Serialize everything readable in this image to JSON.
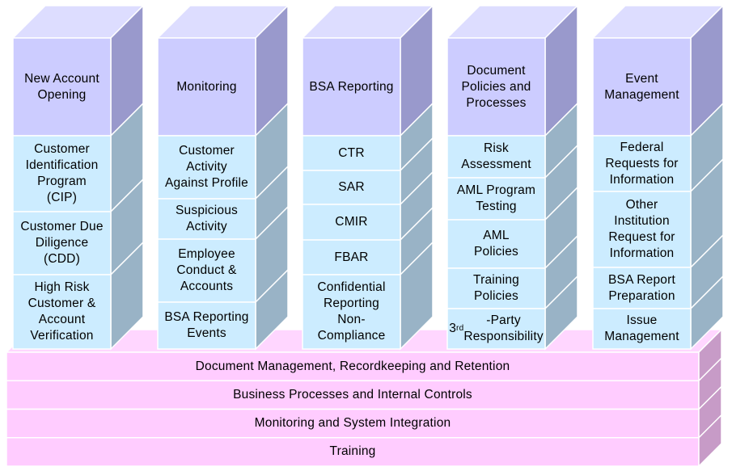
{
  "pillars": [
    {
      "header": "New Account\nOpening",
      "items": [
        "Customer\nIdentification\nProgram\n(CIP)",
        "Customer Due\nDiligence\n(CDD)",
        "High Risk\nCustomer &\nAccount\nVerification"
      ]
    },
    {
      "header": "Monitoring",
      "items": [
        "Customer\nActivity\nAgainst Profile",
        "Suspicious\nActivity",
        "Employee\nConduct &\nAccounts",
        "BSA Reporting\nEvents"
      ]
    },
    {
      "header": "BSA Reporting",
      "items": [
        "CTR",
        "SAR",
        "CMIR",
        "FBAR",
        "Confidential\nReporting\nNon-\nCompliance"
      ]
    },
    {
      "header": "Document\nPolicies and\nProcesses",
      "items": [
        "Risk\nAssessment",
        "AML Program\nTesting",
        "AML\nPolicies",
        "Training\nPolicies",
        {
          "pre": "3",
          "sup": "rd",
          "post": "-Party\nResponsibility"
        }
      ]
    },
    {
      "header": "Event\nManagement",
      "items": [
        "Federal\nRequests for\nInformation",
        "Other\nInstitution\nRequest for\nInformation",
        "BSA Report\nPreparation",
        "Issue\nManagement"
      ]
    }
  ],
  "foundation": [
    "Document Management, Recordkeeping and Retention",
    "Business Processes and Internal Controls",
    "Monitoring and System Integration",
    "Training"
  ],
  "colors": {
    "header_front": "#ccccff",
    "header_side": "#9999cc",
    "header_top": "#ddddff",
    "item_front": "#ccecff",
    "item_side": "#99b3c6",
    "base_front": "#ffccff",
    "base_side": "#c79bc7",
    "base_top": "#ffd6ff",
    "border": "#ffffff"
  }
}
